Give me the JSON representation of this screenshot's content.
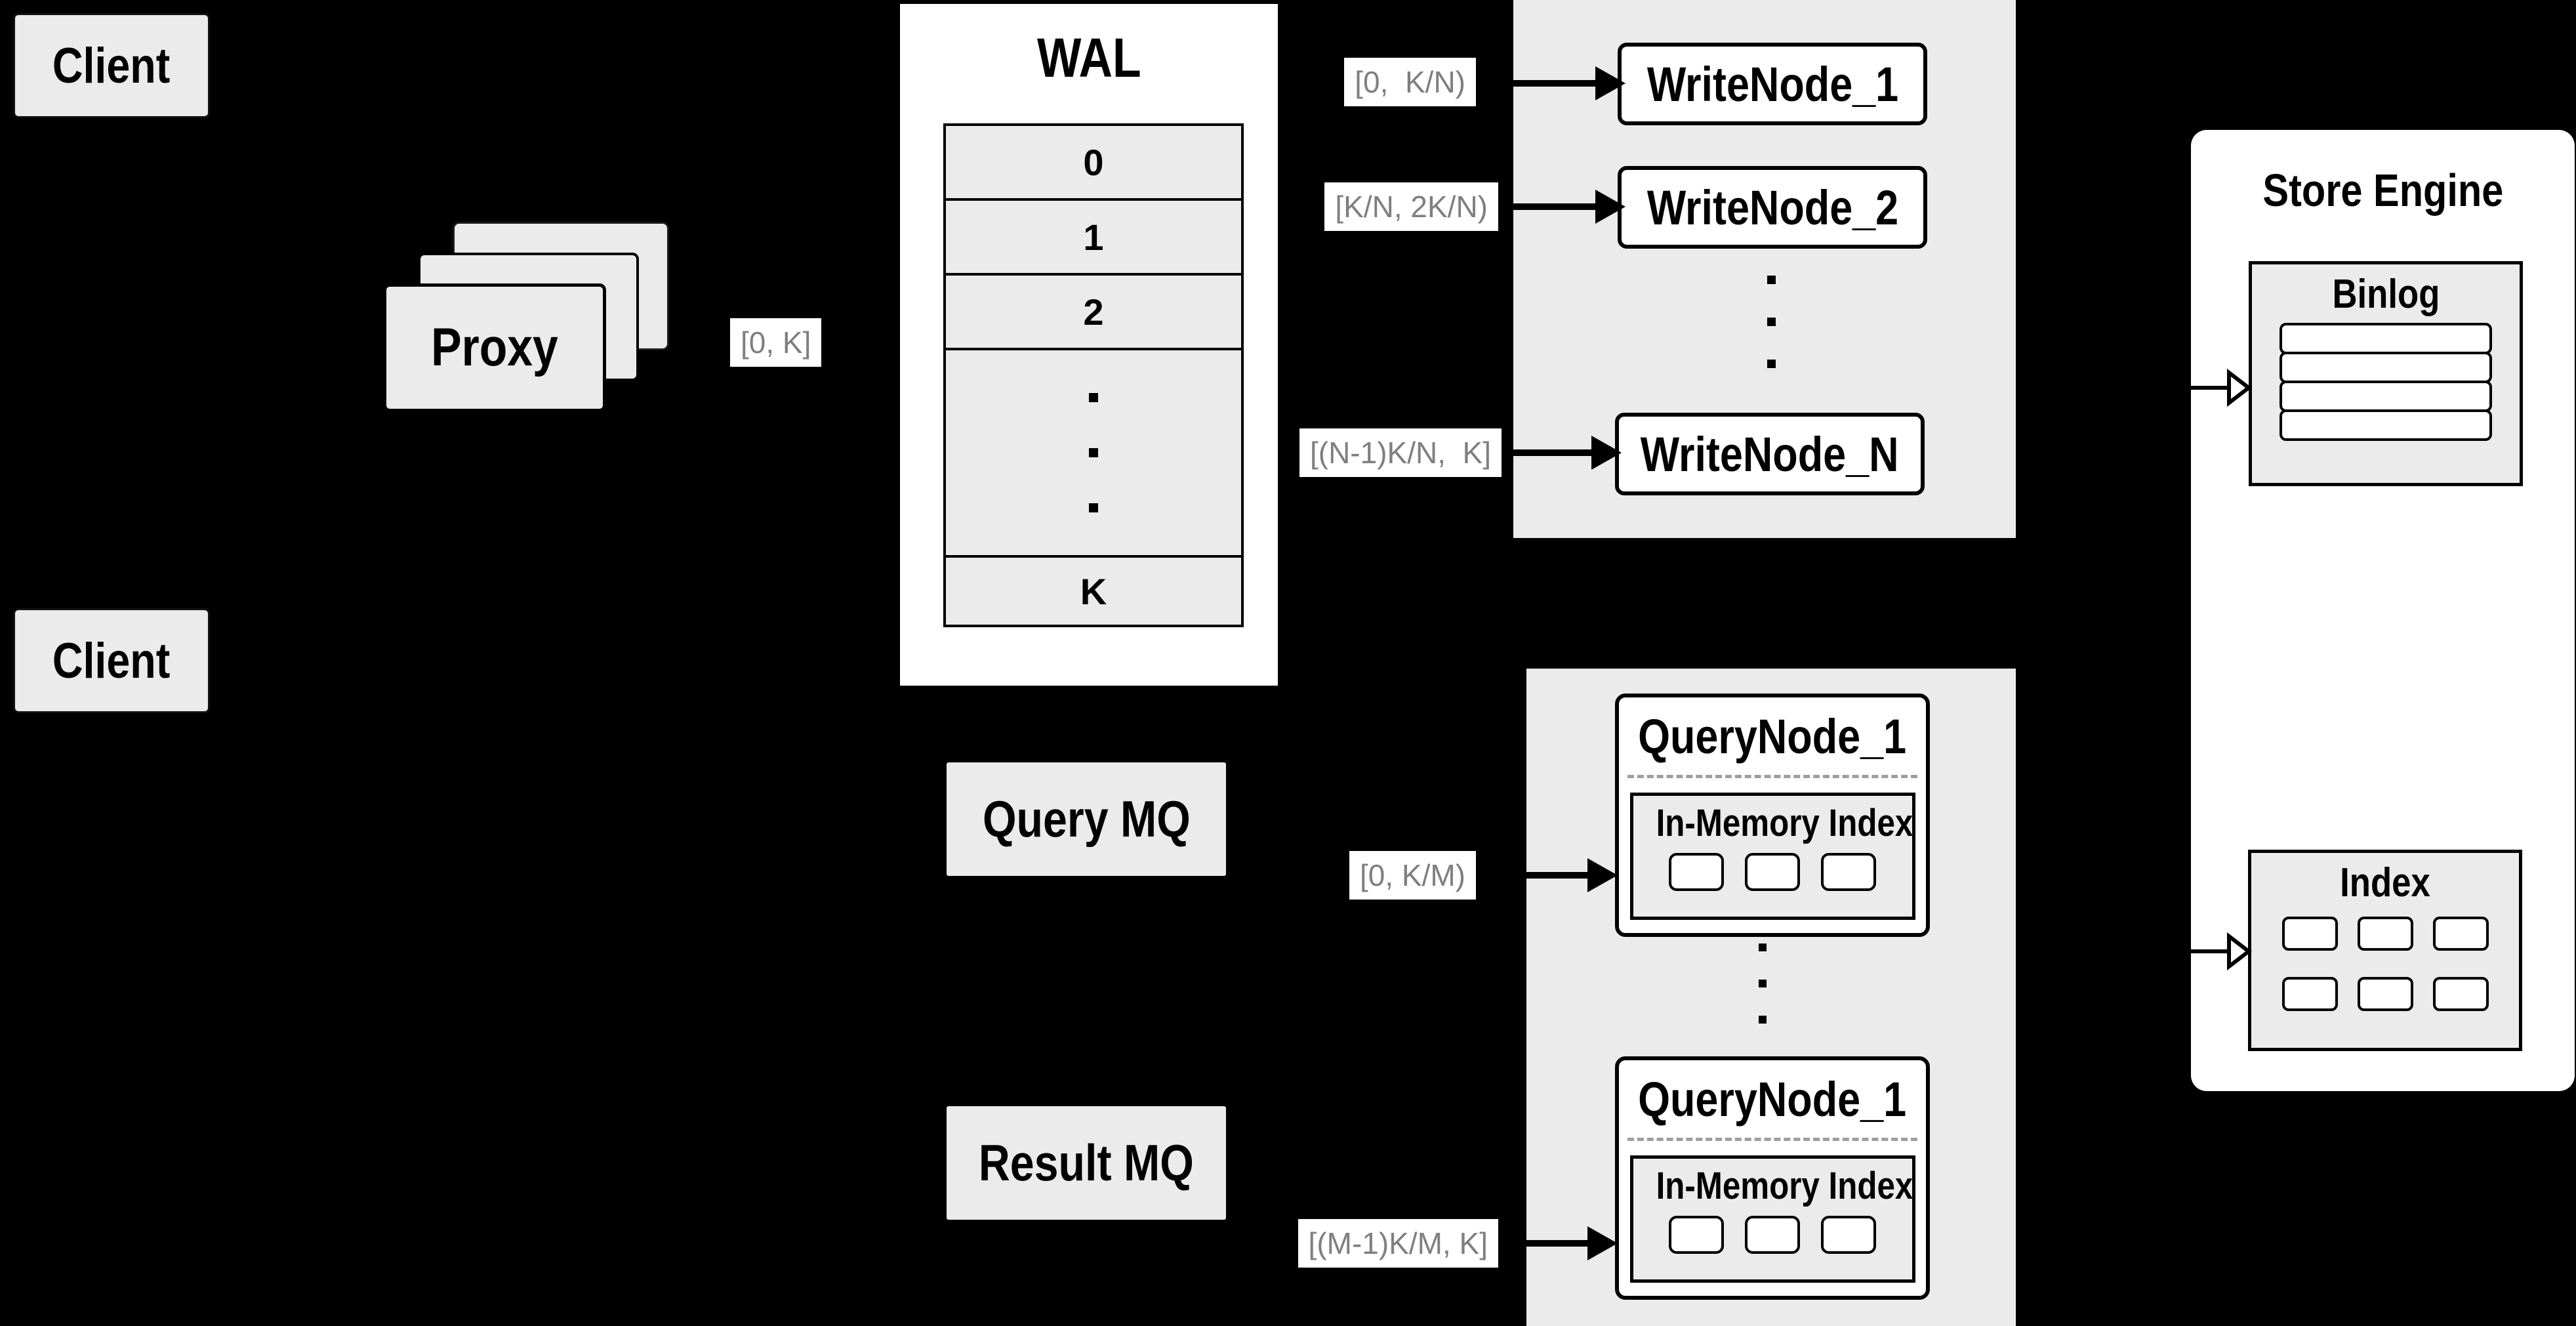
{
  "colors": {
    "background": "#000000",
    "panel_fill": "#ebebeb",
    "node_fill": "#ffffff",
    "line_color": "#000000",
    "range_text_color": "#7f7f7f"
  },
  "clients": {
    "top_label": "Client",
    "bottom_label": "Client"
  },
  "proxy": {
    "label": "Proxy",
    "output_range": "[0, K]"
  },
  "wal": {
    "title": "WAL",
    "row_0": "0",
    "row_1": "1",
    "row_2": "2",
    "row_last": "K",
    "ellipsis": "..."
  },
  "write_section": {
    "node_1": "WriteNode_1",
    "node_2": "WriteNode_2",
    "node_n": "WriteNode_N",
    "range_1": "[0,  K/N)",
    "range_2": "[K/N, 2K/N)",
    "range_n": "[(N-1)K/N,  K]",
    "ellipsis": "..."
  },
  "mq": {
    "query": "Query MQ",
    "result": "Result MQ"
  },
  "query_section": {
    "node_1_title": "QueryNode_1",
    "node_2_title": "QueryNode_1",
    "inner_title": "In-Memory Index",
    "range_1": "[0, K/M)",
    "range_2": "[(M-1)K/M, K]",
    "ellipsis": "..."
  },
  "store_engine": {
    "title": "Store Engine",
    "binlog_title": "Binlog",
    "index_title": "Index"
  }
}
